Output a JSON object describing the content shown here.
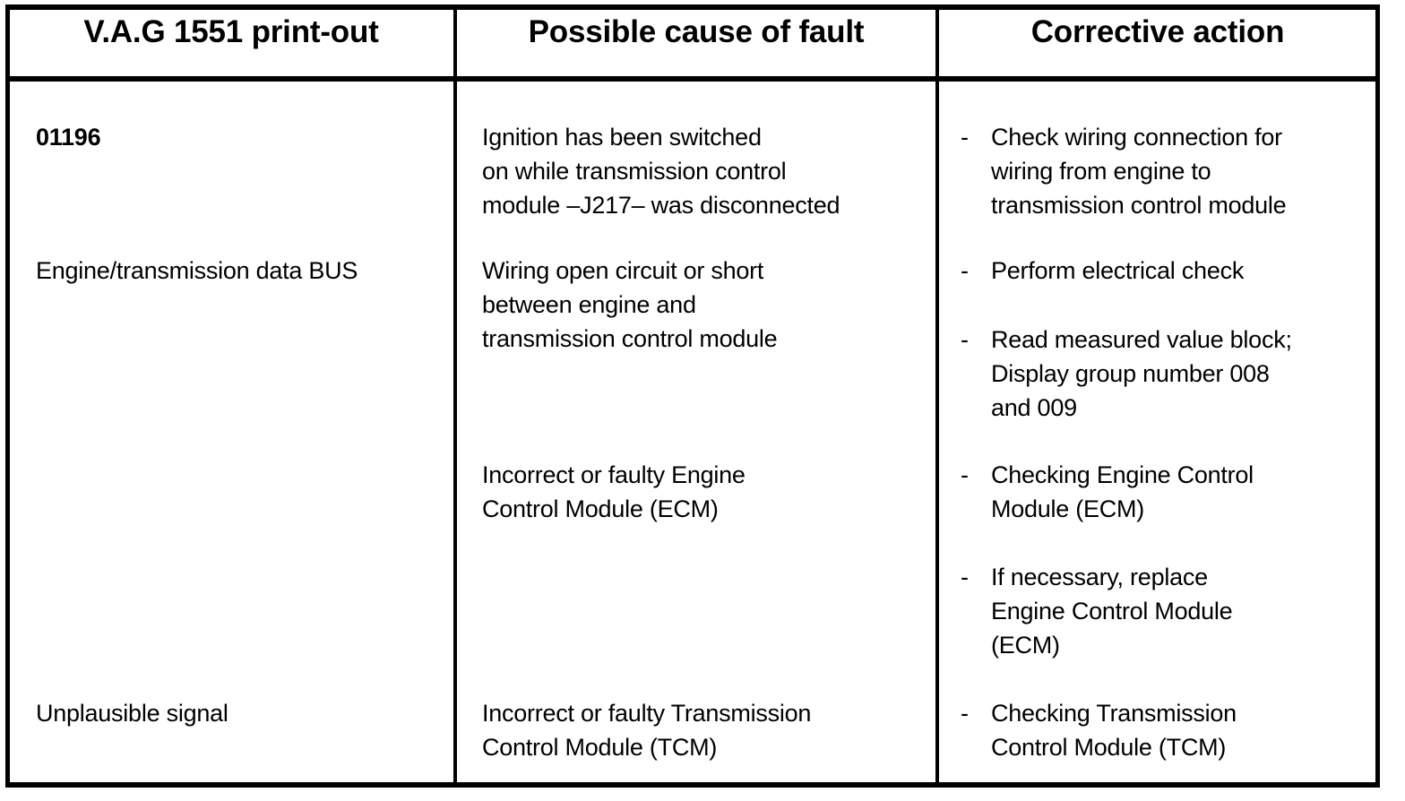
{
  "table": {
    "headers": [
      {
        "label": "V.A.G 1551 print-out"
      },
      {
        "label": "Possible cause of fault"
      },
      {
        "label": "Corrective action"
      }
    ],
    "printout_entries": [
      {
        "text": "01196",
        "bold": true
      },
      {
        "text": "Engine/transmission data BUS",
        "bold": false
      },
      {
        "text": "Unplausible signal",
        "bold": false
      }
    ],
    "causes": [
      {
        "lines": [
          "Ignition has been switched",
          "on while transmission control",
          "module –J217– was disconnected"
        ]
      },
      {
        "lines": [
          "Wiring open circuit or short",
          "between engine and",
          "transmission control module"
        ]
      },
      {
        "lines": [
          "Incorrect or faulty Engine",
          "Control Module (ECM)"
        ]
      },
      {
        "lines": [
          "Incorrect or faulty Transmission",
          "Control Module (TCM)"
        ]
      }
    ],
    "actions": [
      {
        "marker": "-",
        "lines": [
          "Check wiring connection for",
          "wiring from engine to",
          "transmission control module"
        ]
      },
      {
        "marker": "-",
        "lines": [
          "Perform electrical check"
        ]
      },
      {
        "marker": "-",
        "lines": [
          "Read measured value block;",
          "Display group number 008",
          "and 009"
        ]
      },
      {
        "marker": "-",
        "lines": [
          "Checking Engine Control",
          "Module (ECM)"
        ]
      },
      {
        "marker": "-",
        "lines": [
          "If necessary, replace",
          "Engine Control Module",
          "(ECM)"
        ]
      },
      {
        "marker": "-",
        "lines": [
          "Checking Transmission",
          "Control Module (TCM)"
        ]
      }
    ]
  }
}
